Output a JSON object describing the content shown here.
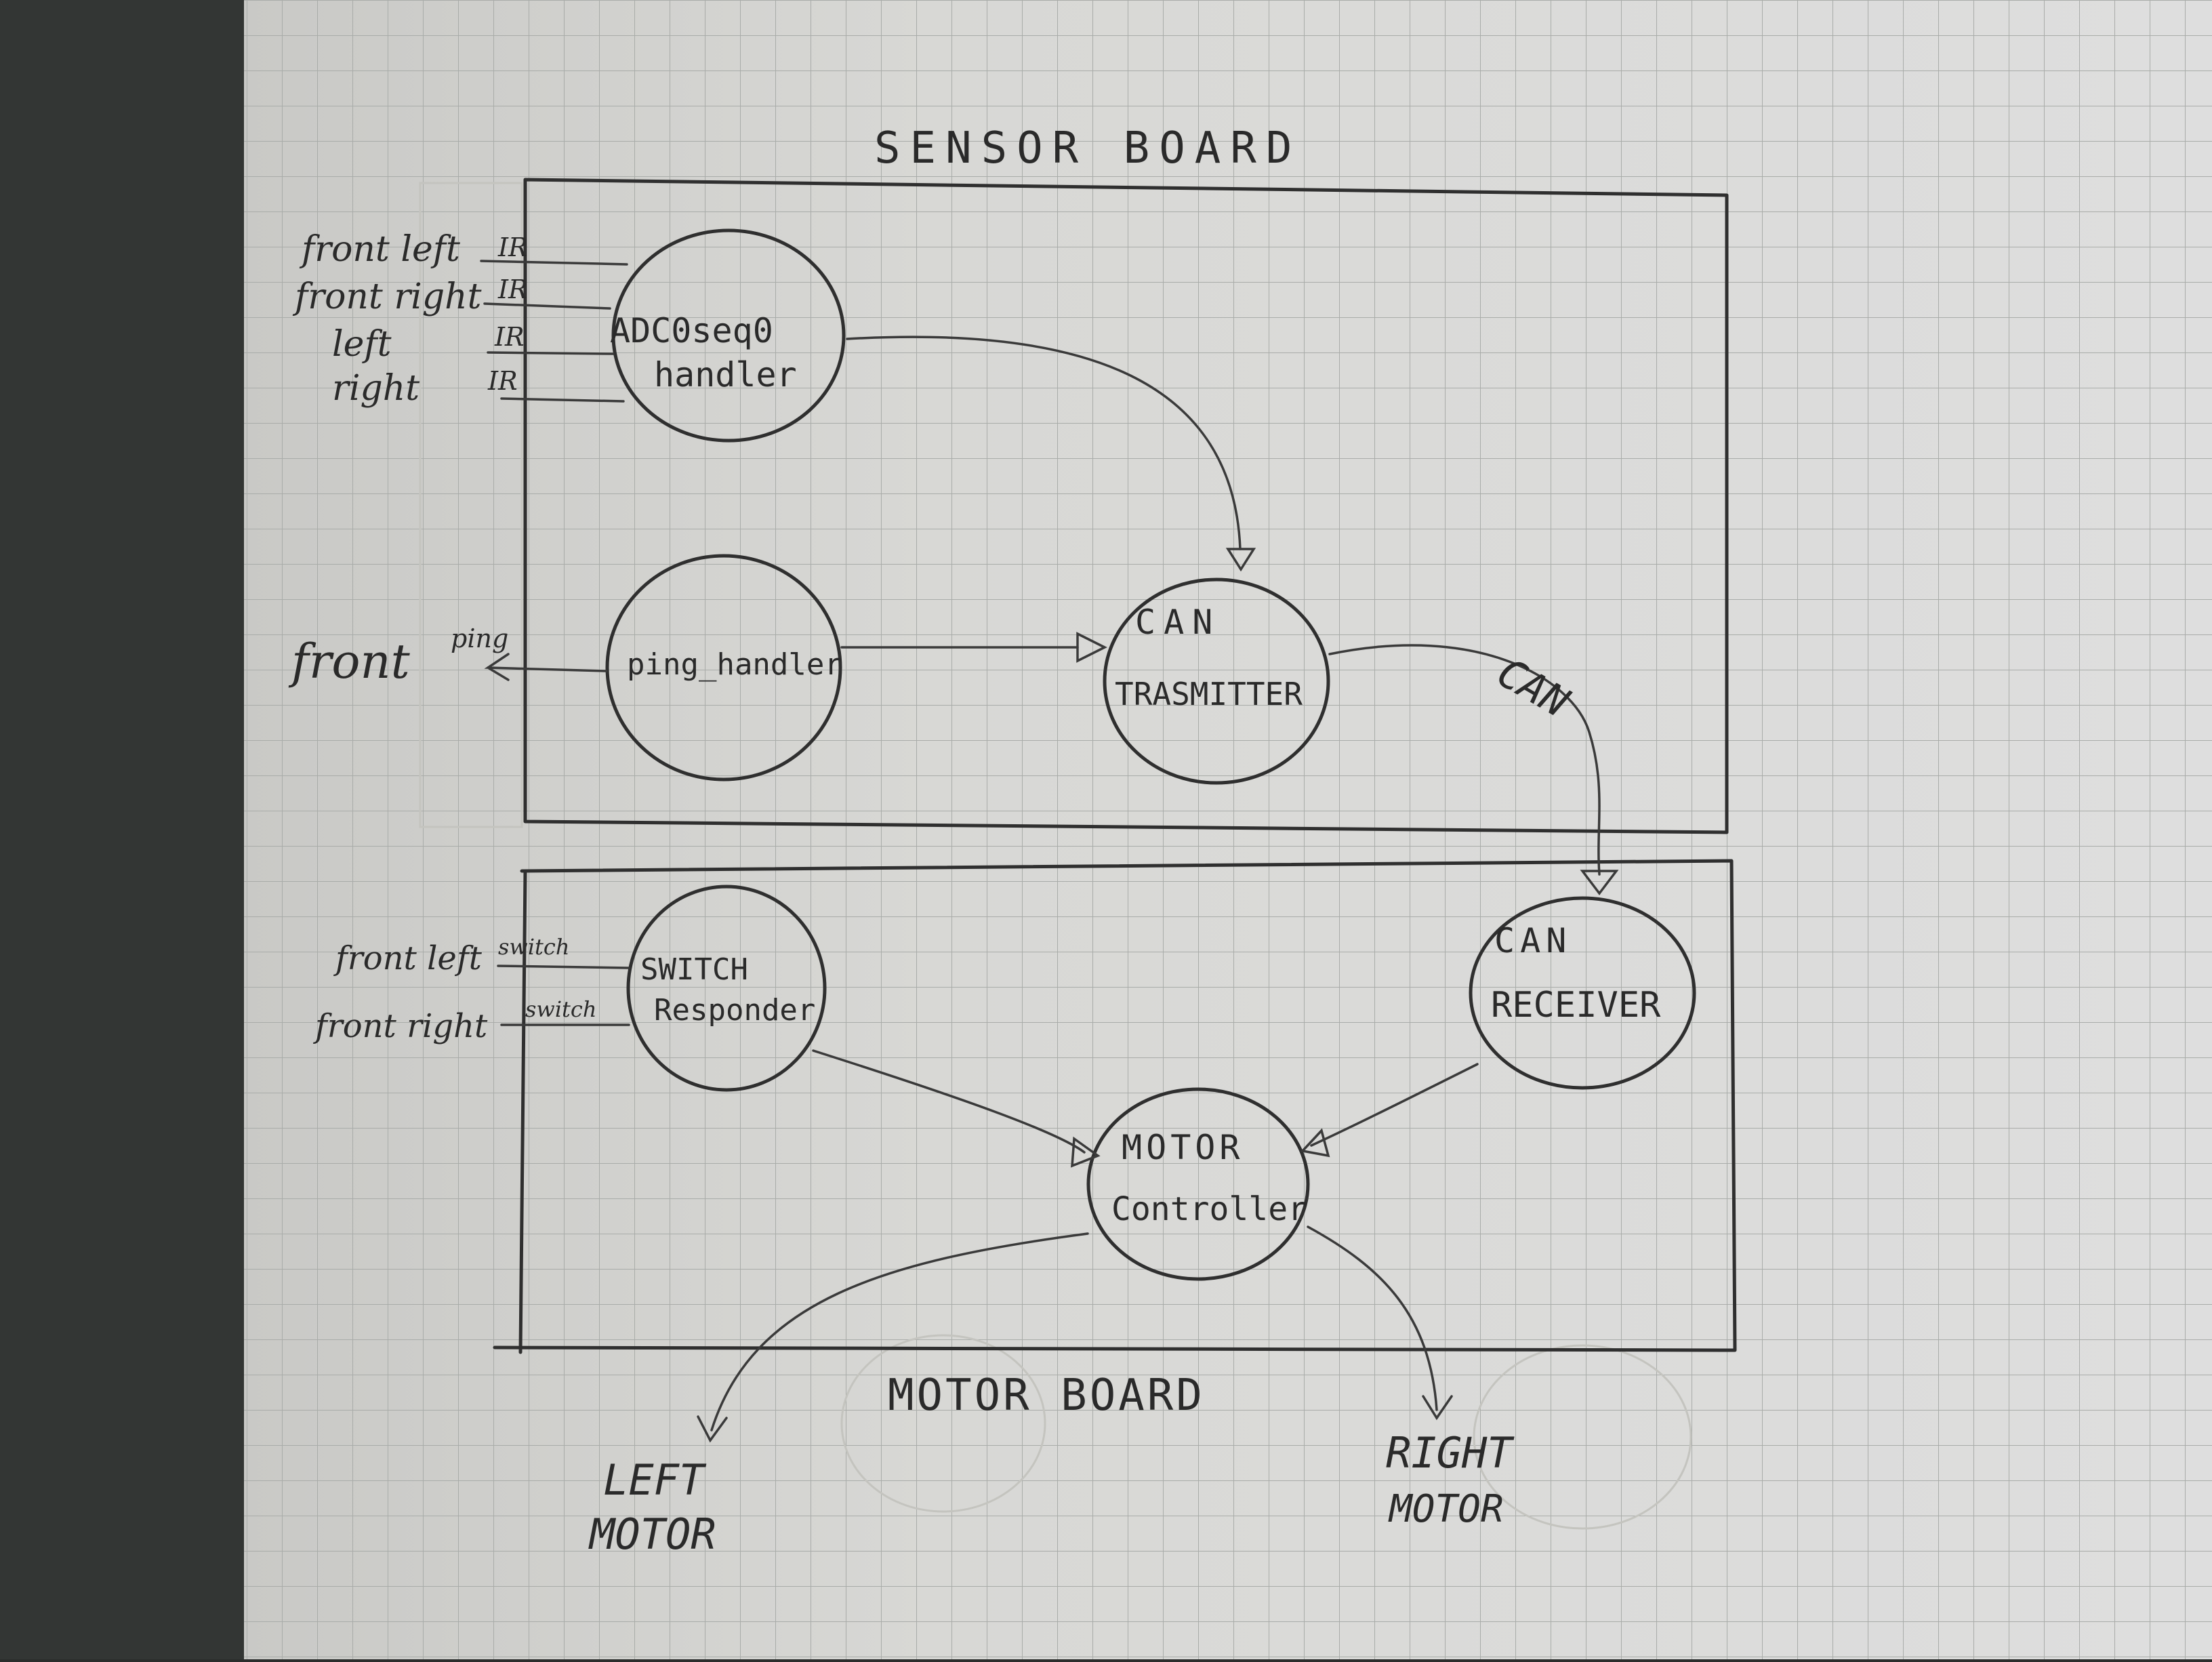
{
  "diagram": {
    "sensor_board_title": "SENSOR BOARD",
    "motor_board_title": "MOTOR BOARD",
    "bus_label": "CAN",
    "nodes": {
      "adc": {
        "line1": "ADC0seq0",
        "line2": "handler"
      },
      "ping": {
        "line1": "ping_handler"
      },
      "can_tx": {
        "line1": "CAN",
        "line2": "TRASMITTER"
      },
      "switch": {
        "line1": "SWITCH",
        "line2": "Responder"
      },
      "can_rx": {
        "line1": "CAN",
        "line2": "RECEIVER"
      },
      "motor_ctrl": {
        "line1": "MOTOR",
        "line2": "Controller"
      }
    },
    "inputs": {
      "front_left_ir": {
        "name": "front left",
        "type": "IR"
      },
      "front_right_ir": {
        "name": "front right",
        "type": "IR"
      },
      "left_ir": {
        "name": "left",
        "type": "IR"
      },
      "right_ir": {
        "name": "right",
        "type": "IR"
      },
      "front_ping": {
        "name": "front",
        "type": "ping"
      },
      "front_left_switch": {
        "name": "front left",
        "type": "switch"
      },
      "front_right_switch": {
        "name": "front right",
        "type": "switch"
      }
    },
    "outputs": {
      "left_motor": {
        "line1": "LEFT",
        "line2": "MOTOR"
      },
      "right_motor": {
        "line1": "RIGHT",
        "line2": "MOTOR"
      }
    }
  }
}
